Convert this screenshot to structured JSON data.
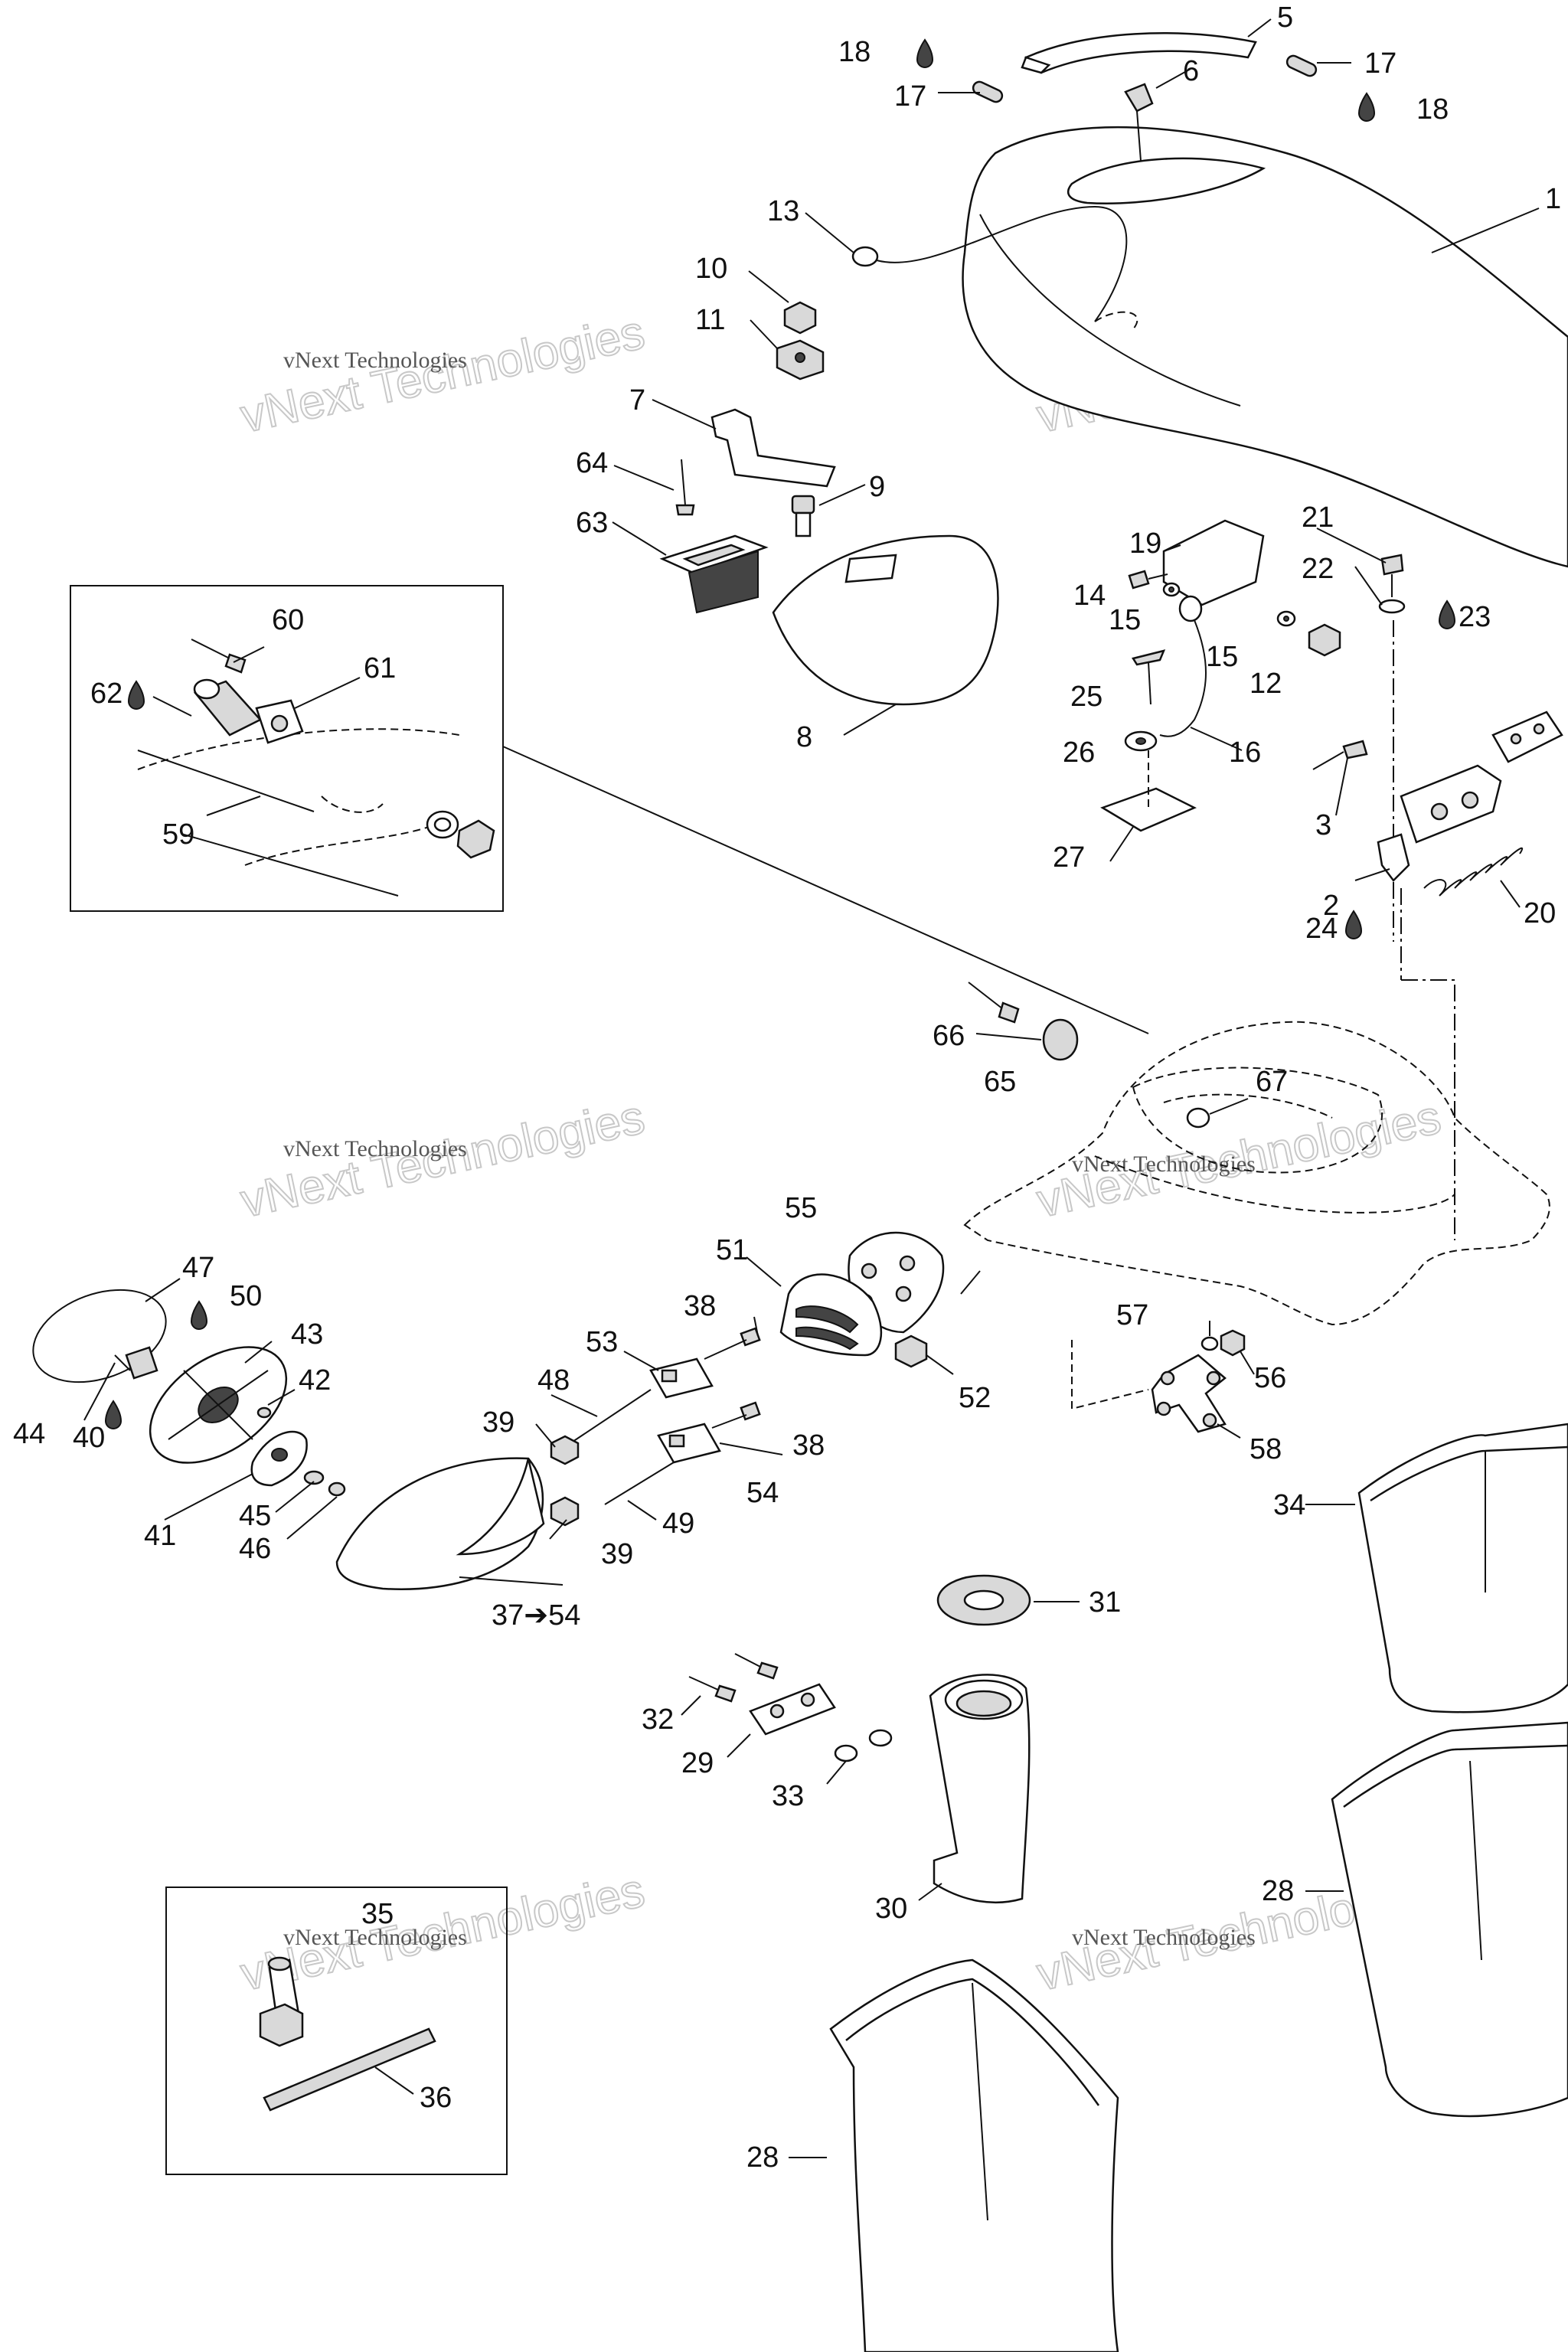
{
  "labels": [
    "1",
    "2",
    "3",
    "5",
    "6",
    "7",
    "8",
    "9",
    "10",
    "11",
    "12",
    "13",
    "14",
    "15",
    "15",
    "16",
    "17",
    "17",
    "18",
    "18",
    "19",
    "20",
    "21",
    "22",
    "23",
    "24",
    "25",
    "26",
    "27",
    "28",
    "28",
    "29",
    "30",
    "31",
    "32",
    "33",
    "34",
    "35",
    "36",
    "37➔54",
    "38",
    "38",
    "39",
    "39",
    "40",
    "41",
    "42",
    "43",
    "44",
    "45",
    "46",
    "47",
    "48",
    "49",
    "50",
    "51",
    "52",
    "53",
    "54",
    "55",
    "56",
    "57",
    "58",
    "59",
    "60",
    "61",
    "62",
    "63",
    "64",
    "65",
    "66",
    "67"
  ],
  "watermark": {
    "line1": "vNext Technologies",
    "line2": "vNext Technologies"
  },
  "icons": {
    "lubricant": "oil-drop-icon"
  }
}
